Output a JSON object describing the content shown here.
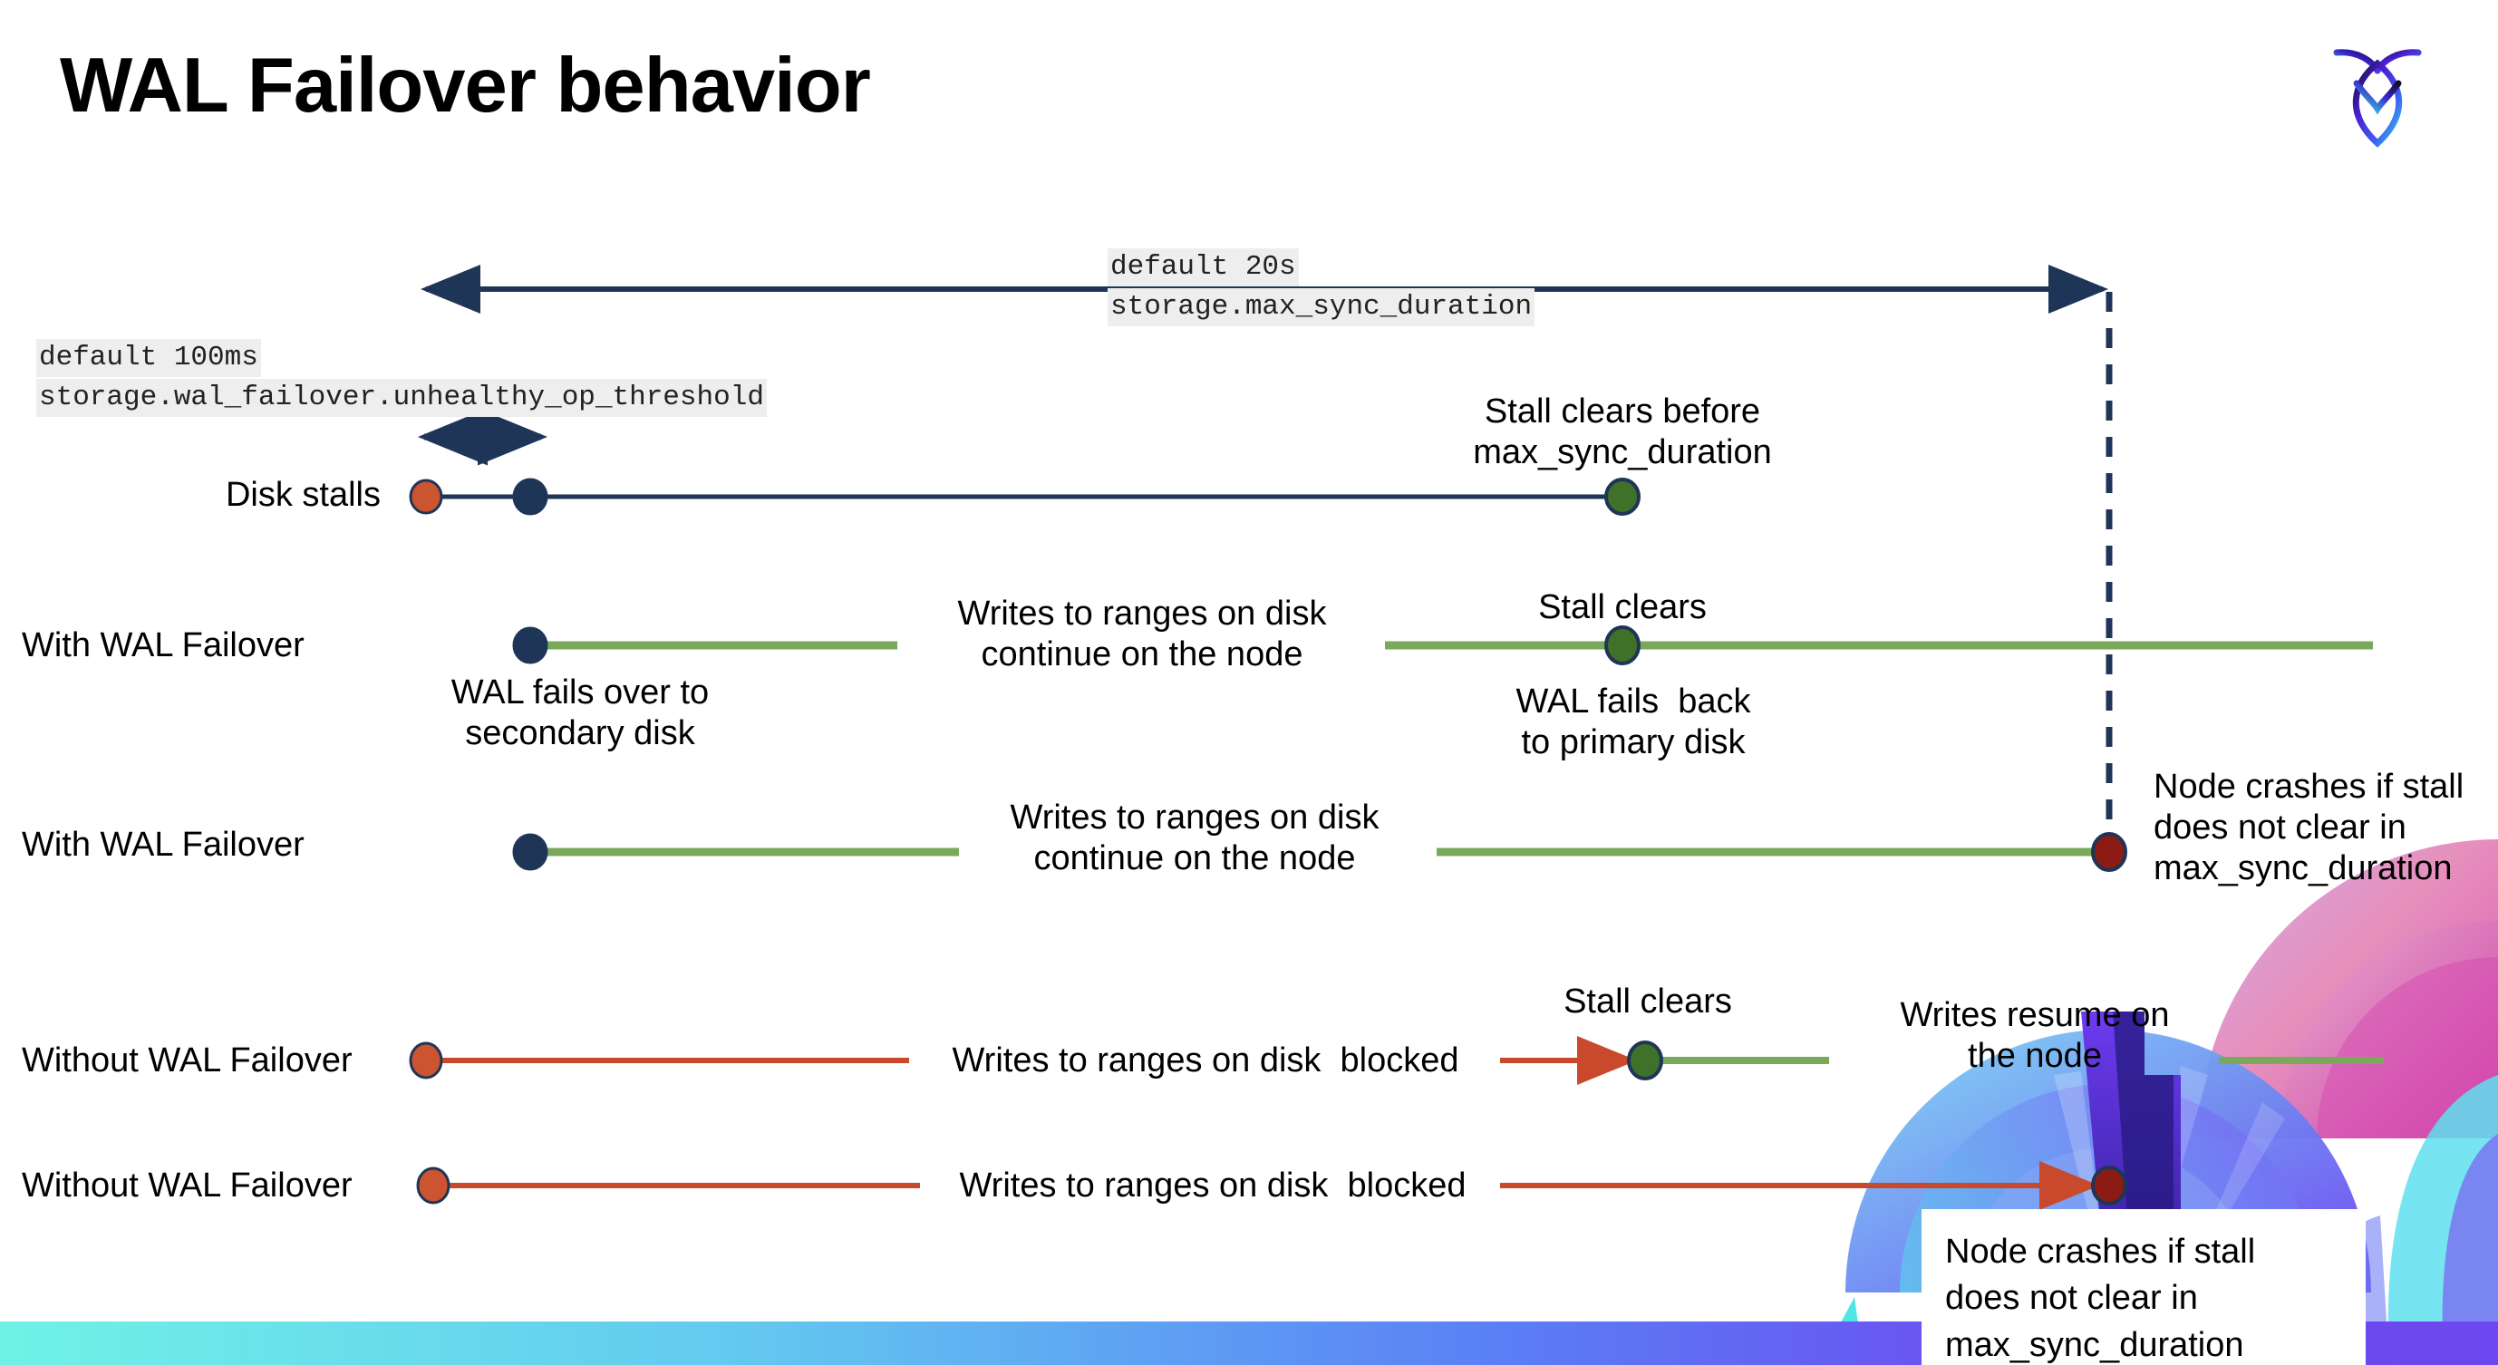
{
  "slide": {
    "title": "WAL Failover behavior",
    "logo_name": "cockroachdb-logo"
  },
  "colors": {
    "navy": "#1f3557",
    "green_line": "#7aa95c",
    "green_dot": "#3f7128",
    "orange": "#c8492b",
    "orange_dot": "#cc5430",
    "dark_red_dot": "#8c1b13",
    "code_bg": "#eeeeee"
  },
  "annotations": {
    "max_sync": {
      "line1": "default 20s",
      "line2": "storage.max_sync_duration"
    },
    "unhealthy_op": {
      "line1": "default 100ms",
      "line2": "storage.wal_failover.unhealthy_op_threshold"
    }
  },
  "rows": [
    {
      "id": "disk-stalls",
      "label": "Disk stalls",
      "note_above": "Stall clears before\nmax_sync_duration"
    },
    {
      "id": "with-wal-failover-1",
      "label": "With WAL Failover",
      "note_start": "WAL fails over to\nsecondary disk",
      "note_mid": "Writes to ranges on disk\ncontinue on the node",
      "note_clears": "Stall clears",
      "note_back": "WAL fails  back\nto primary disk"
    },
    {
      "id": "with-wal-failover-2",
      "label": "With WAL Failover",
      "note_mid": "Writes to ranges on disk\ncontinue on the node",
      "note_crash": "Node crashes if stall\ndoes not clear in\nmax_sync_duration"
    },
    {
      "id": "without-wal-failover-1",
      "label": "Without WAL Failover",
      "note_mid": "Writes to ranges on disk  blocked",
      "note_clears": "Stall clears",
      "note_resume": "Writes resume on\nthe node"
    },
    {
      "id": "without-wal-failover-2",
      "label": "Without WAL Failover",
      "note_mid": "Writes to ranges on disk  blocked",
      "note_crash": "Node crashes if stall\ndoes not clear in\nmax_sync_duration"
    }
  ]
}
